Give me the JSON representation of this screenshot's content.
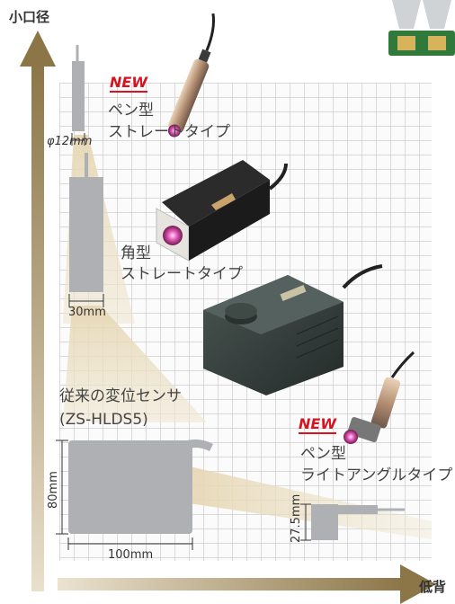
{
  "axes": {
    "y_label": "小口径",
    "x_label": "低背"
  },
  "products": {
    "pen_straight": {
      "badge": "NEW",
      "line1": "ペン型",
      "line2": "ストレートタイプ",
      "dimension": "φ12mm"
    },
    "square_straight": {
      "line1": "角型",
      "line2": "ストレートタイプ",
      "dimension": "30mm"
    },
    "conventional": {
      "line1": "従来の変位センサ",
      "line2": "(ZS-HLDS5)",
      "dimension_h": "80mm",
      "dimension_w": "100mm"
    },
    "pen_right_angle": {
      "badge": "NEW",
      "line1": "ペン型",
      "line2": "ライトアングルタイプ",
      "dimension": "27.5mm"
    }
  },
  "colors": {
    "axis_arrow": "#a08a5c",
    "silhouette": "#aeb0b3",
    "beam": "#e8dcc0",
    "new_badge": "#d6131f",
    "grid_line": "#d9d9d9"
  }
}
